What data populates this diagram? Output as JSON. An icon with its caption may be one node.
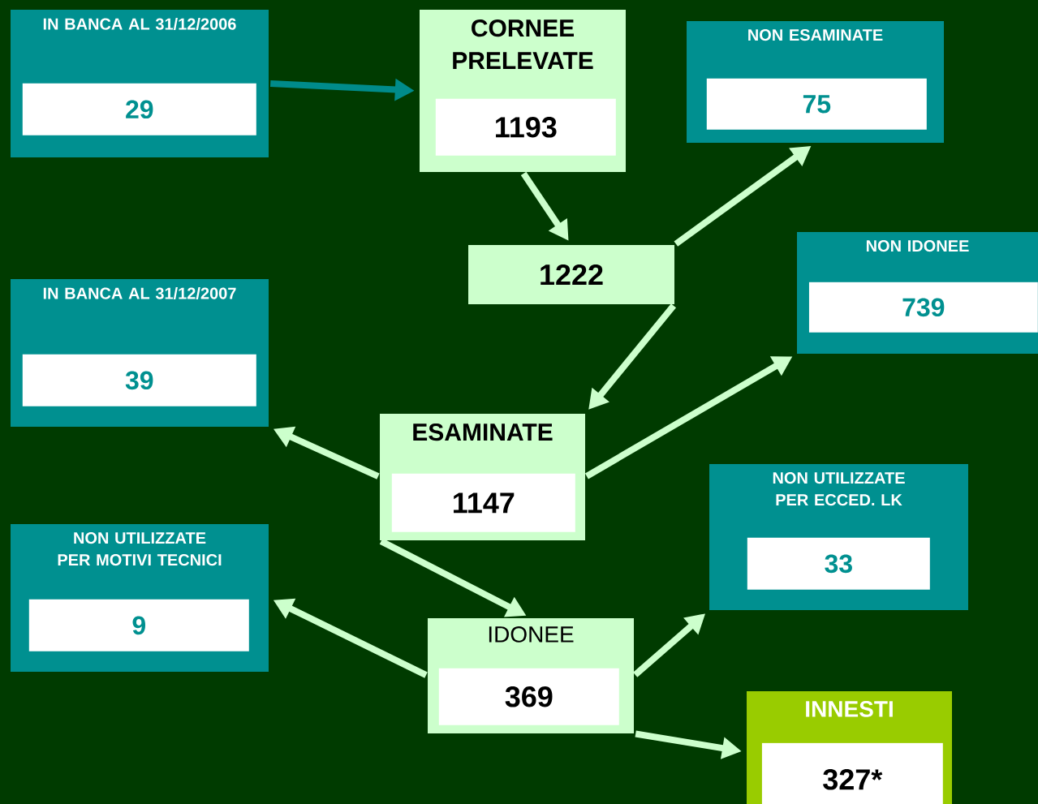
{
  "diagram": {
    "nodes": [
      {
        "text": [
          "IN BANCA AL 31/12/2006"
        ]
      },
      {
        "text": [
          "29"
        ],
        "in": 0
      },
      {
        "text": [
          "CORNEE PRELEVATE"
        ]
      },
      {
        "text": [
          "1193"
        ],
        "in": 2
      },
      {
        "text": [
          "NON ESAMINATE"
        ]
      },
      {
        "text": [
          "75"
        ],
        "in": 4
      },
      {
        "text": [
          "1222"
        ]
      },
      {
        "text": [
          "NON IDONEE"
        ]
      },
      {
        "text": [
          "739"
        ],
        "in": 7
      },
      {
        "text": [
          "IN BANCA AL 31/12/2007"
        ]
      },
      {
        "text": [
          "39"
        ],
        "in": 9
      },
      {
        "text": [
          "ESAMINATE"
        ]
      },
      {
        "text": [
          "1147"
        ],
        "in": 11
      },
      {
        "text": [
          "NON UTILIZZATE PER ECCED. LK"
        ]
      },
      {
        "text": [
          "33"
        ],
        "in": 13
      },
      {
        "text": [
          "NON UTILIZZATE PER MOTIVI TECNICI"
        ]
      },
      {
        "text": [
          "9"
        ],
        "in": 15
      },
      {
        "text": [
          "IDONEE"
        ]
      },
      {
        "text": [
          "369"
        ],
        "in": 17
      },
      {
        "text": [
          "INNESTI"
        ]
      },
      {
        "text": [
          "327*"
        ],
        "in": 19
      }
    ],
    "edges": [
      {
        "from": 0,
        "to": 2,
        "arrow": "to",
        "color": "#008b8b"
      },
      {
        "from": 2,
        "to": 6,
        "arrow": "to"
      },
      {
        "from": 6,
        "to": 4,
        "arrow": "to"
      },
      {
        "from": 6,
        "to": 11,
        "arrow": "to"
      },
      {
        "from": 11,
        "to": 9,
        "arrow": "to"
      },
      {
        "from": 11,
        "to": 7,
        "arrow": "to"
      },
      {
        "from": 11,
        "to": 17,
        "arrow": "to"
      },
      {
        "from": 17,
        "to": 15,
        "arrow": "to"
      },
      {
        "from": 17,
        "to": 13,
        "arrow": "to"
      },
      {
        "from": 17,
        "to": 19,
        "arrow": "to"
      }
    ]
  }
}
